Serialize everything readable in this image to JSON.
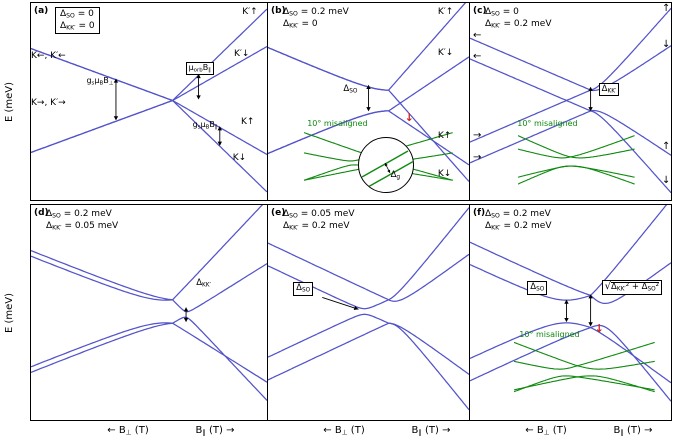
{
  "figure": {
    "bg": "#ffffff",
    "line_color": "#5353cb",
    "inset_color": "#0f8a0f",
    "red_color": "#cc2222",
    "ylabel": "E (meV)",
    "xlabel_left": "← B_{⊥} (T)",
    "xlabel_right": "B_{∥} (T) →"
  },
  "chart_data": {
    "type": "line",
    "description": "Single-particle energy levels of a nanotube quantum dot versus perpendicular (left half of each panel) and parallel (right half) magnetic field, for six combinations of spin-orbit coupling and valley mixing.",
    "model": "E_par(τ,s) = s·gsμB·B∥/2 ± sqrt((μorb·B∥ + s·Δ_SO/2)² + (Δ_KK′/2)²) ; E_perp = ±(1/2)·sqrt(Δ_SO² + (gsμB·B⊥ ± Δ_KK′)²)",
    "x_axis": "← B⊥ (T) | B∥ (T) →",
    "y_axis": "E (meV)",
    "states": [
      "K↑",
      "K↓",
      "K′↑",
      "K′↓"
    ],
    "display_scale": {
      "A_orb": 0.7,
      "A_spin": 0.36,
      "A_perp": 1.0,
      "E_range_meV": 0.9,
      "zero_field_fraction": 0.6
    },
    "panels": [
      {
        "id": "a",
        "letter": "(a)",
        "delta_so_meV": 0,
        "delta_kk_meV": 0,
        "params": [
          "Δ_{SO} = 0",
          "Δ_{KK′} = 0"
        ],
        "params_boxed": true,
        "annotations": [
          {
            "name": "state-label-Kprime-up",
            "type": "text",
            "cls": "state",
            "text": "K′↑",
            "fx": 0.895,
            "fy": 0.025
          },
          {
            "name": "state-label-Kprime-down",
            "type": "text",
            "cls": "state",
            "text": "K′↓",
            "fx": 0.86,
            "fy": 0.24
          },
          {
            "name": "state-label-K-up",
            "type": "text",
            "cls": "state",
            "text": "K↑",
            "fx": 0.89,
            "fy": 0.585
          },
          {
            "name": "state-label-K-down",
            "type": "text",
            "cls": "state",
            "text": "K↓",
            "fx": 0.855,
            "fy": 0.765
          },
          {
            "name": "state-label-perp-upper",
            "type": "text",
            "cls": "state",
            "text": "K←, K′←",
            "fx": 0.0,
            "fy": 0.25
          },
          {
            "name": "state-label-perp-lower",
            "type": "text",
            "cls": "state",
            "text": "K→, K′→",
            "fx": 0.0,
            "fy": 0.485
          },
          {
            "name": "slope-label-spin-perp",
            "type": "text",
            "cls": "slope",
            "text": "g_{s}μ_{B}B_{⊥}",
            "fx": 0.235,
            "fy": 0.375
          },
          {
            "name": "slope-varrow-spin-perp",
            "type": "varrow",
            "fx": 0.36,
            "fy1": 0.383,
            "fy2": 0.596
          },
          {
            "name": "slope-label-orb",
            "type": "text",
            "cls": "slope boxed",
            "text": "μ_{orb}B_{∥}",
            "fx": 0.655,
            "fy": 0.3
          },
          {
            "name": "slope-varrow-orb",
            "type": "varrow",
            "fx": 0.71,
            "fy1": 0.36,
            "fy2": 0.49
          },
          {
            "name": "slope-label-spin-par",
            "type": "text",
            "cls": "slope",
            "text": "g_{s}μ_{B}B_{∥}",
            "fx": 0.685,
            "fy": 0.6
          },
          {
            "name": "slope-varrow-spin-par",
            "type": "varrow",
            "fx": 0.8,
            "fy1": 0.625,
            "fy2": 0.725
          }
        ]
      },
      {
        "id": "b",
        "letter": "(b)",
        "delta_so_meV": 0.2,
        "delta_kk_meV": 0,
        "params": [
          "Δ_{SO} = 0.2 meV",
          "Δ_{KK′} = 0"
        ],
        "params_boxed": false,
        "annotations": [
          {
            "name": "state-label-Kprime-up",
            "type": "text",
            "cls": "state",
            "text": "K′↑",
            "fx": 0.845,
            "fy": 0.025
          },
          {
            "name": "state-label-Kprime-down",
            "type": "text",
            "cls": "state",
            "text": "K′↓",
            "fx": 0.845,
            "fy": 0.235
          },
          {
            "name": "state-label-K-up",
            "type": "text",
            "cls": "state",
            "text": "K↑",
            "fx": 0.845,
            "fy": 0.655
          },
          {
            "name": "state-label-K-down",
            "type": "text",
            "cls": "state",
            "text": "K↓",
            "fx": 0.845,
            "fy": 0.85
          },
          {
            "name": "gap-varrow-dso",
            "type": "varrow",
            "fx": 0.5,
            "fy1": 0.415,
            "fy2": 0.55
          },
          {
            "name": "gap-label-dso",
            "type": "text",
            "cls": "gap",
            "text": "Δ_{SO}",
            "fx": 0.375,
            "fy": 0.415
          },
          {
            "name": "misaligned-label",
            "type": "text",
            "cls": "green",
            "text": "10° misaligned",
            "fx": 0.195,
            "fy": 0.595
          },
          {
            "name": "red-arrow-icon",
            "type": "text",
            "cls": "red",
            "text": "↓",
            "fx": 0.68,
            "fy": 0.555
          }
        ],
        "inset": {
          "dso": 0.3,
          "dkk": 0.12,
          "left": 0.18,
          "top": 0.64,
          "w": 0.74,
          "h": 0.33
        },
        "magnifier": {
          "cx": 0.585,
          "cy": 0.82,
          "r": 28,
          "label": "Δ_{g}"
        }
      },
      {
        "id": "c",
        "letter": "(c)",
        "delta_so_meV": 0,
        "delta_kk_meV": 0.2,
        "params": [
          "Δ_{SO} = 0",
          "Δ_{KK′} = 0.2 meV"
        ],
        "params_boxed": false,
        "annotations": [
          {
            "name": "spin-arrow-left-1",
            "type": "text",
            "cls": "spin",
            "text": "←",
            "fx": 0.015,
            "fy": 0.135
          },
          {
            "name": "spin-arrow-left-2",
            "type": "text",
            "cls": "spin",
            "text": "←",
            "fx": 0.015,
            "fy": 0.245
          },
          {
            "name": "spin-arrow-left-3",
            "type": "text",
            "cls": "spin",
            "text": "→",
            "fx": 0.015,
            "fy": 0.645
          },
          {
            "name": "spin-arrow-left-4",
            "type": "text",
            "cls": "spin",
            "text": "→",
            "fx": 0.015,
            "fy": 0.755
          },
          {
            "name": "spin-arrow-right-1",
            "type": "text",
            "cls": "spin",
            "text": "↑",
            "fx": 0.955,
            "fy": 0.0
          },
          {
            "name": "spin-arrow-right-2",
            "type": "text",
            "cls": "spin",
            "text": "↓",
            "fx": 0.955,
            "fy": 0.185
          },
          {
            "name": "spin-arrow-right-3",
            "type": "text",
            "cls": "spin",
            "text": "↑",
            "fx": 0.955,
            "fy": 0.7
          },
          {
            "name": "spin-arrow-right-4",
            "type": "text",
            "cls": "spin",
            "text": "↓",
            "fx": 0.955,
            "fy": 0.875
          },
          {
            "name": "gap-varrow-dkk",
            "type": "varrow",
            "fx": 0.6,
            "fy1": 0.425,
            "fy2": 0.55
          },
          {
            "name": "gap-label-dkk",
            "type": "text",
            "cls": "gap boxed",
            "text": "Δ_{KK′}",
            "fx": 0.64,
            "fy": 0.405
          },
          {
            "name": "misaligned-label",
            "type": "text",
            "cls": "green",
            "text": "10° misaligned",
            "fx": 0.235,
            "fy": 0.595
          }
        ],
        "inset": {
          "dso": 0.1,
          "dkk": 0.25,
          "left": 0.24,
          "top": 0.64,
          "w": 0.58,
          "h": 0.33
        }
      },
      {
        "id": "d",
        "letter": "(d)",
        "delta_so_meV": 0.2,
        "delta_kk_meV": 0.05,
        "params": [
          "Δ_{SO} = 0.2 meV",
          "Δ_{KK′} = 0.05 meV"
        ],
        "params_boxed": false,
        "annotations": [
          {
            "name": "gap-label-dkk",
            "type": "text",
            "cls": "gap",
            "text": "Δ_{KK′}",
            "fx": 0.7,
            "fy": 0.345
          },
          {
            "name": "gap-varrow-dkk",
            "type": "varrow",
            "fx": 0.657,
            "fy1": 0.475,
            "fy2": 0.545
          }
        ]
      },
      {
        "id": "e",
        "letter": "(e)",
        "delta_so_meV": 0.05,
        "delta_kk_meV": 0.2,
        "params": [
          "Δ_{SO} = 0.05 meV",
          "Δ_{KK′} = 0.2 meV"
        ],
        "params_boxed": false,
        "annotations": [
          {
            "name": "gap-label-dso",
            "type": "text",
            "cls": "gap boxed",
            "text": "Δ_{SO}",
            "fx": 0.125,
            "fy": 0.36
          },
          {
            "name": "gap-pointer-arrow",
            "type": "arrow",
            "fx1": 0.27,
            "fy1": 0.43,
            "fx2": 0.45,
            "fy2": 0.485
          }
        ]
      },
      {
        "id": "f",
        "letter": "(f)",
        "delta_so_meV": 0.2,
        "delta_kk_meV": 0.2,
        "params": [
          "Δ_{SO} = 0.2 meV",
          "Δ_{KK′} = 0.2 meV"
        ],
        "params_boxed": false,
        "annotations": [
          {
            "name": "gap-label-dso",
            "type": "text",
            "cls": "gap boxed",
            "text": "Δ_{SO}",
            "fx": 0.285,
            "fy": 0.355
          },
          {
            "name": "gap-varrow-dso",
            "type": "varrow",
            "fx": 0.48,
            "fy1": 0.44,
            "fy2": 0.545
          },
          {
            "name": "gap-varrow-combined",
            "type": "varrow",
            "fx": 0.6,
            "fy1": 0.415,
            "fy2": 0.565
          },
          {
            "name": "gap-label-combined",
            "type": "sqrt",
            "cls": "gap boxed",
            "text": "Δ_{KK′}² + Δ_{SO}²",
            "fx": 0.655,
            "fy": 0.35
          },
          {
            "name": "misaligned-label",
            "type": "text",
            "cls": "green",
            "text": "10° misaligned",
            "fx": 0.245,
            "fy": 0.585
          },
          {
            "name": "red-arrow-icon",
            "type": "text",
            "cls": "red",
            "text": "↓",
            "fx": 0.62,
            "fy": 0.55
          }
        ],
        "inset": {
          "dso": 0.25,
          "dkk": 0.2,
          "left": 0.22,
          "top": 0.62,
          "w": 0.7,
          "h": 0.31
        }
      }
    ]
  }
}
